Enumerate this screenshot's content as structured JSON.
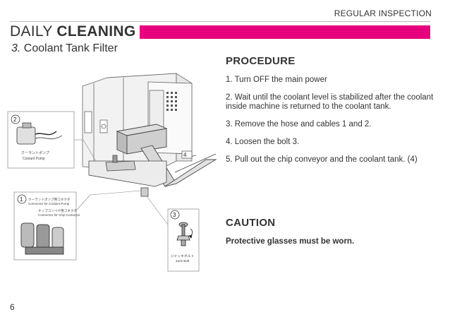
{
  "header": {
    "label": "REGULAR INSPECTION"
  },
  "title": {
    "prefix": "DAILY ",
    "bold": "CLEANING",
    "accent_color": "#e6007e"
  },
  "subtitle": {
    "number": "3.",
    "text": " Coolant Tank Filter"
  },
  "illustration": {
    "icon": "machine-illustration-icon",
    "callout_2": {
      "number": "2",
      "jp": "クーラントポンプ",
      "en": "Coolant Pump"
    },
    "callout_1": {
      "number": "1",
      "jp_pump": "クーラントポンプ用コネクタ",
      "en_pump": "Connector for Coolant Pump",
      "jp_chip": "チップコンベヤ用コネクタ",
      "en_chip": "Connector for Chip Conveyor"
    },
    "callout_3": {
      "number": "3",
      "jp": "ジャッキボルト",
      "en": "Jack Bolt"
    },
    "callout_4": {
      "number": "4"
    }
  },
  "procedure": {
    "heading": "PROCEDURE",
    "steps": [
      "1. Turn OFF the main power",
      "2. Wait until the coolant level is stabilized after the coolant inside machine is returned to the coolant tank.",
      "3. Remove the hose and cables 1 and 2.",
      "4. Loosen the bolt 3.",
      "5. Pull out the chip conveyor and the coolant tank. (4)"
    ]
  },
  "caution": {
    "heading": "CAUTION",
    "text": "Protective glasses must be worn."
  },
  "page": {
    "number": "6"
  }
}
